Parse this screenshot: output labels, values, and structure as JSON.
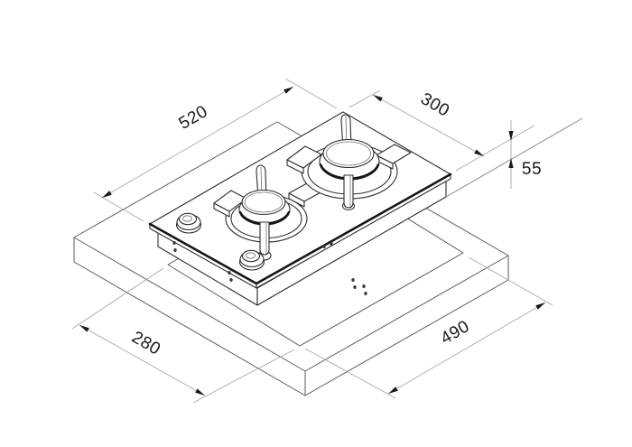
{
  "drawing": {
    "kind": "isometric installation drawing - two-burner domino gas hob over worktop cutout",
    "units": "mm",
    "background": "#ffffff",
    "line_colors": {
      "product_outline": "#2e2e2e",
      "glass_edge": "#161616",
      "worktop": "#5a5a5a",
      "dimension_lines": "#a9a9a9",
      "dimension_text": "#1a1a1a"
    },
    "dimensions": {
      "hob_length": {
        "label": "520"
      },
      "hob_width": {
        "label": "300"
      },
      "hob_depth": {
        "label": "55"
      },
      "cutout_width": {
        "label": "280"
      },
      "cutout_length": {
        "label": "490"
      }
    }
  }
}
